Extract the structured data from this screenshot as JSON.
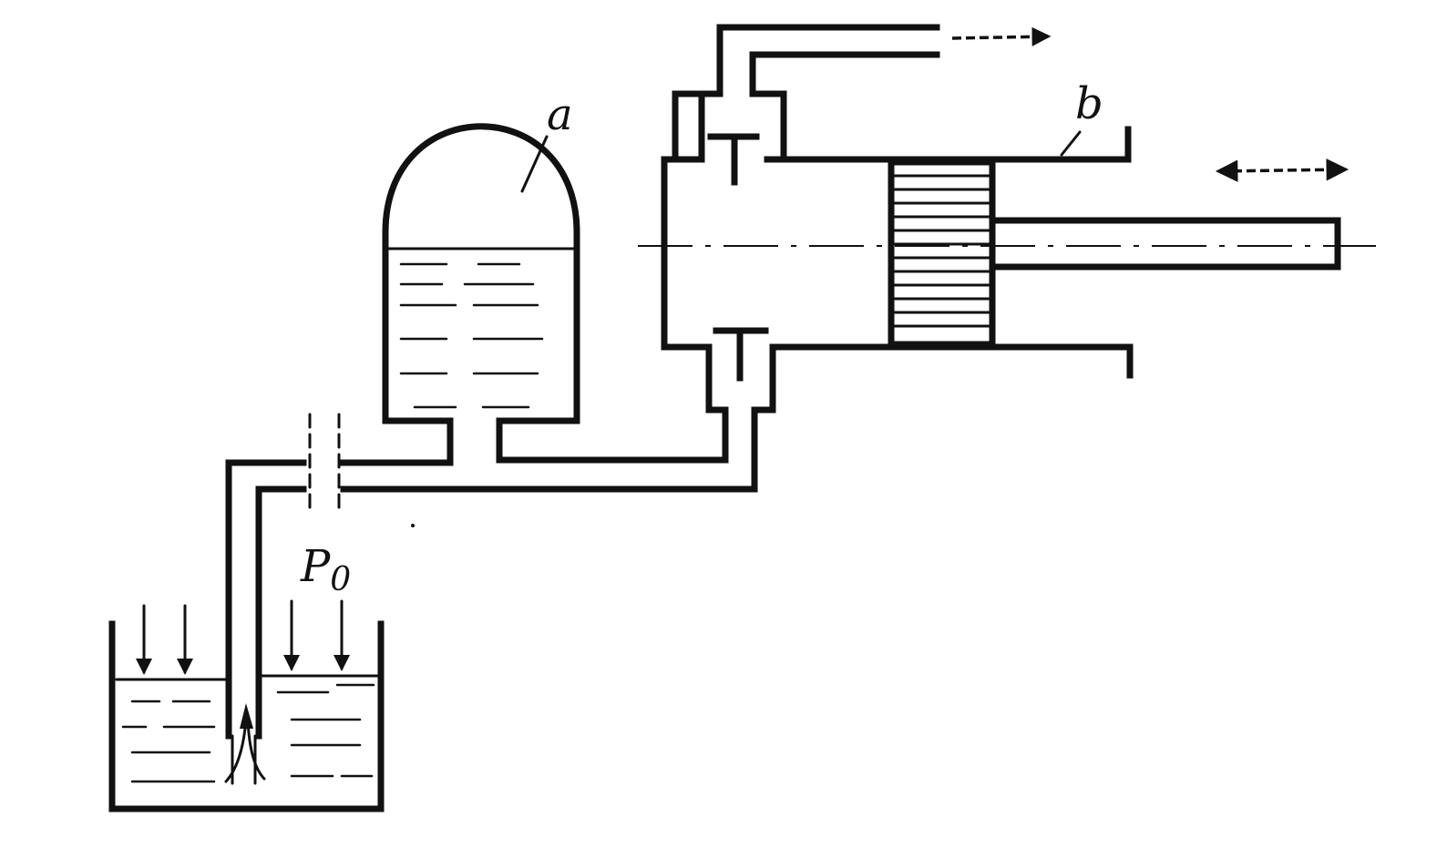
{
  "labels": {
    "vessel": "a",
    "cylinder": "b",
    "pressure": "P",
    "pressure_sub": "0"
  },
  "colors": {
    "ink": "#111111",
    "background": "#ffffff"
  }
}
